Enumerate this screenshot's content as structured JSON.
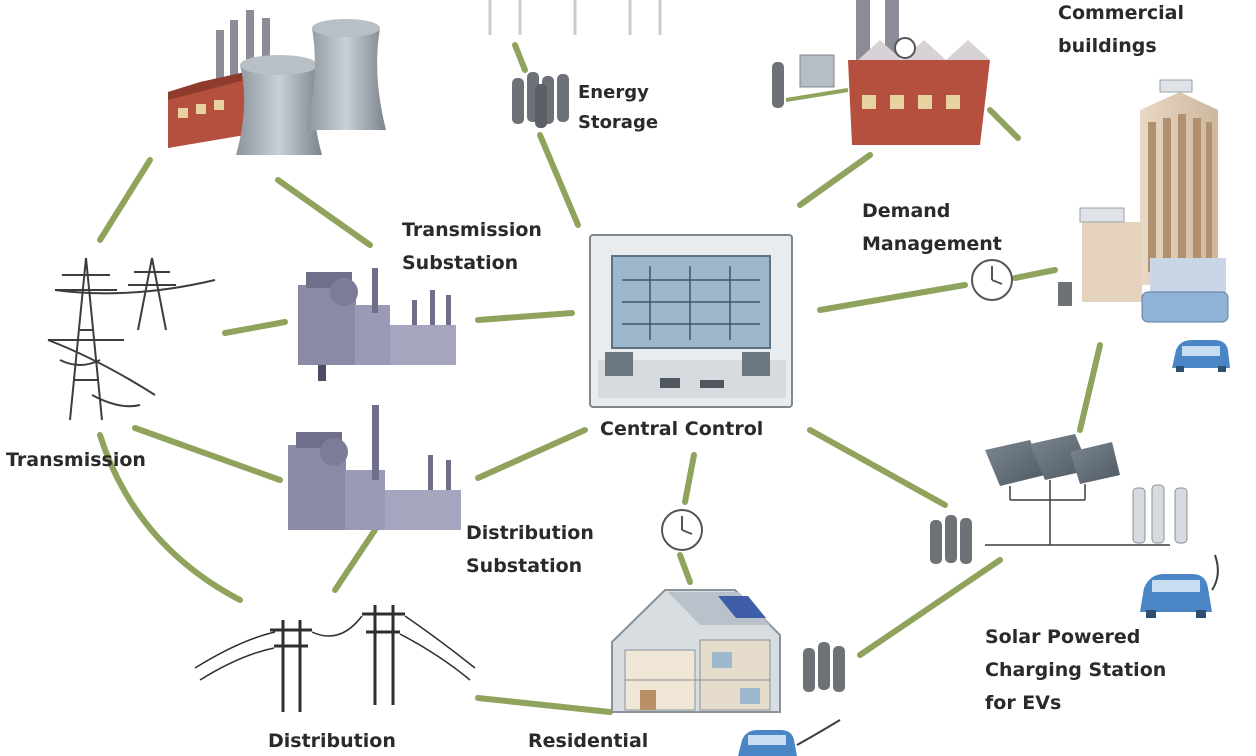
{
  "labels": {
    "energy_storage": [
      "Energy",
      "Storage"
    ],
    "commercial_buildings": [
      "Commercial",
      "buildings"
    ],
    "transmission_substation": [
      "Transmission",
      "Substation"
    ],
    "demand_management": [
      "Demand",
      "Management"
    ],
    "transmission": "Transmission",
    "central_control": "Central Control",
    "distribution_substation": [
      "Distribution",
      "Substation"
    ],
    "solar_charging_station": [
      "Solar Powered",
      "Charging Station",
      "for EVs"
    ],
    "distribution": "Distribution",
    "residential": "Residential"
  },
  "colors": {
    "connector": "#8fa35c",
    "equipment": "#8a8aa6",
    "brick": "#b5503e",
    "panel": "#596673",
    "screen": "#9db8cc",
    "ev": "#4a86c5",
    "label": "#2a2a2a"
  }
}
